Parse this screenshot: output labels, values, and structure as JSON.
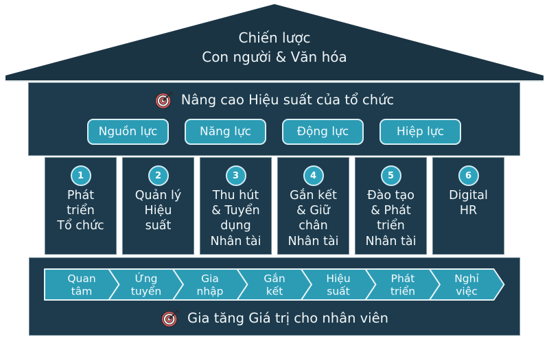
{
  "colors": {
    "roof_navy": "#1a3444",
    "band_navy": "#1d3b4d",
    "teal": "#2c9cb5",
    "light_border": "#d9eff3",
    "target_red": "#e35d5d",
    "text_white": "#f2f7f8"
  },
  "roof": {
    "line1": "Chiến lược",
    "line2": "Con người & Văn hóa"
  },
  "header": {
    "icon": "target-icon",
    "title": "Nâng cao Hiệu suất của tổ chức",
    "buttons": [
      "Nguồn lực",
      "Năng lực",
      "Động lực",
      "Hiệp lực"
    ]
  },
  "pillars": [
    {
      "number": "1",
      "label": "Phát\ntriển\nTổ chức"
    },
    {
      "number": "2",
      "label": "Quản lý\nHiệu\nsuất"
    },
    {
      "number": "3",
      "label": "Thu hút\n& Tuyển\ndụng\nNhân tài"
    },
    {
      "number": "4",
      "label": "Gắn kết\n& Giữ\nchân\nNhân tài"
    },
    {
      "number": "5",
      "label": "Đào tạo\n& Phát\ntriển\nNhân tài"
    },
    {
      "number": "6",
      "label": "Digital\nHR"
    }
  ],
  "flow": {
    "steps": [
      {
        "line1": "Quan",
        "line2": "tâm"
      },
      {
        "line1": "Ứng",
        "line2": "tuyển"
      },
      {
        "line1": "Gia",
        "line2": "nhập"
      },
      {
        "line1": "Gắn",
        "line2": "kết"
      },
      {
        "line1": "Hiệu",
        "line2": "suất"
      },
      {
        "line1": "Phát",
        "line2": "triển"
      },
      {
        "line1": "Nghỉ",
        "line2": "việc"
      }
    ]
  },
  "footer": {
    "icon": "target-icon",
    "title": "Gia tăng Giá trị cho nhân viên"
  }
}
